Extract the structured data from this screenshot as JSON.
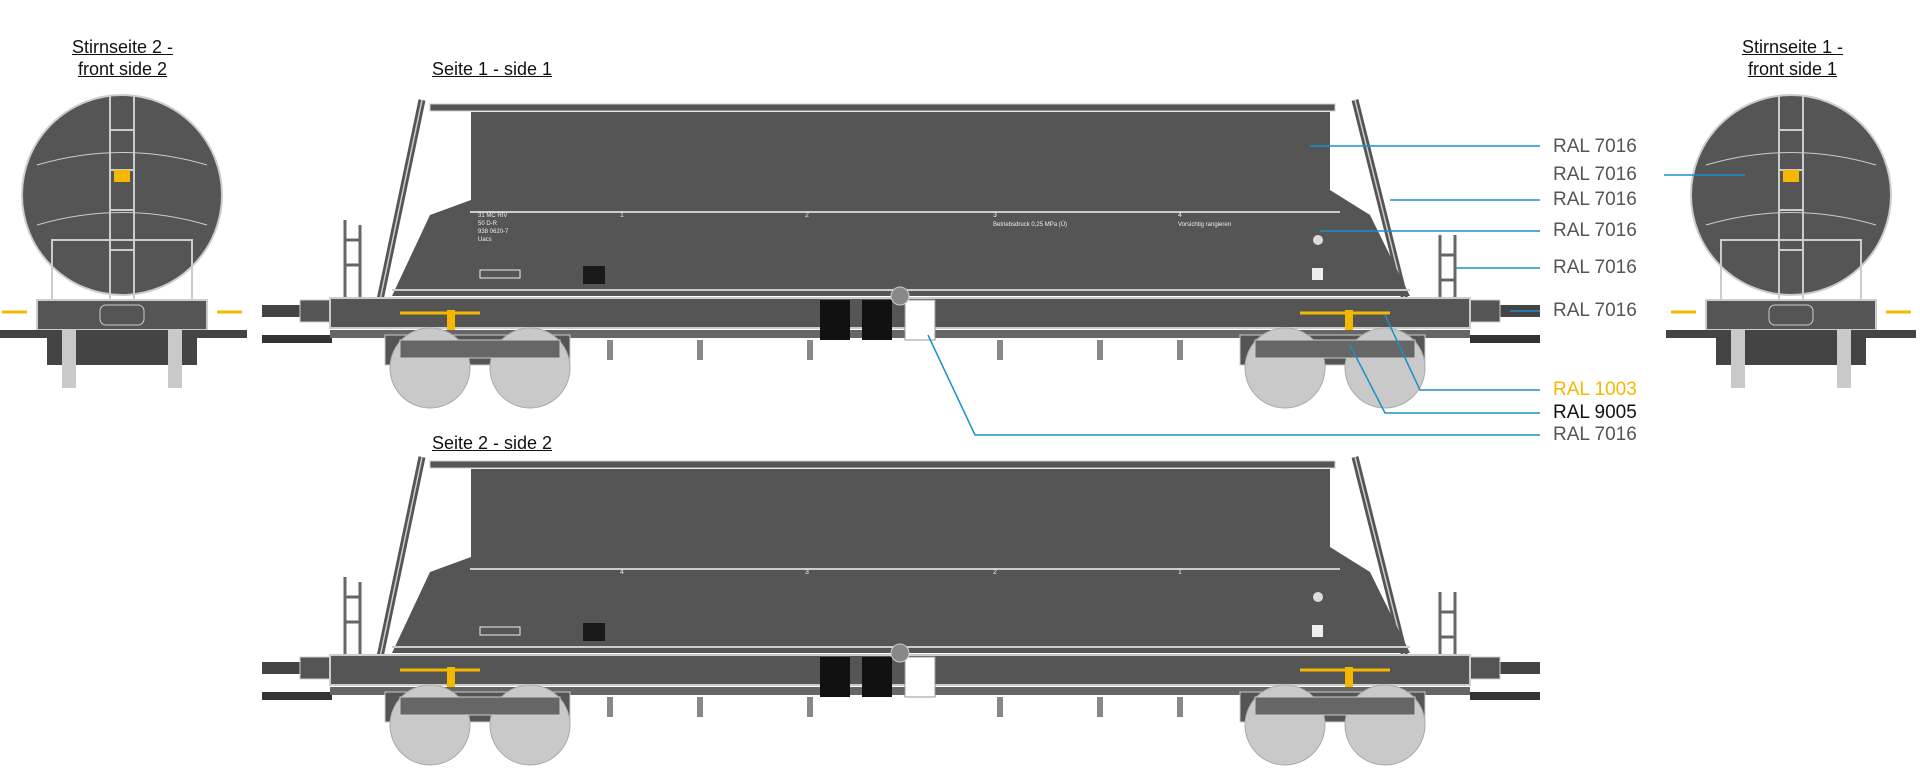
{
  "titles": {
    "front_side_2": "Stirnseite 2 -\nfront side 2",
    "front_side_2_line1": "Stirnseite 2 -",
    "front_side_2_line2": "front side 2",
    "side_1": "Seite 1 - side 1",
    "side_2": "Seite 2 - side 2",
    "front_side_1_line1": "Stirnseite 1 -",
    "front_side_1_line2": "front side 1"
  },
  "color_labels": [
    {
      "text": "RAL 7016",
      "color": "#555555"
    },
    {
      "text": "RAL 7016",
      "color": "#555555"
    },
    {
      "text": "RAL 7016",
      "color": "#555555"
    },
    {
      "text": "RAL 7016",
      "color": "#555555"
    },
    {
      "text": "RAL 7016",
      "color": "#555555"
    },
    {
      "text": "RAL 7016",
      "color": "#555555"
    },
    {
      "text": "RAL 1003",
      "color": "#f5b800"
    },
    {
      "text": "RAL 9005",
      "color": "#111111"
    },
    {
      "text": "RAL 7016",
      "color": "#555555"
    }
  ],
  "wagon_markings": {
    "number_block": [
      "31 MC RIV",
      "50 D-R",
      "938 0620-7",
      "Uacs"
    ],
    "section_numbers_side_1": [
      "1",
      "2",
      "3",
      "4"
    ],
    "section_numbers_side_2": [
      "4",
      "3",
      "2",
      "1"
    ],
    "pressure": "Betriebsdruck 0,25 MPa (Ü)",
    "shunting": "Vorsichtig rangieren"
  },
  "colors": {
    "body": "#555555",
    "lines": "#d0d0d0",
    "leader": "#1a8fc9",
    "yellow": "#f5b800",
    "wheel": "#c9c9c9"
  }
}
